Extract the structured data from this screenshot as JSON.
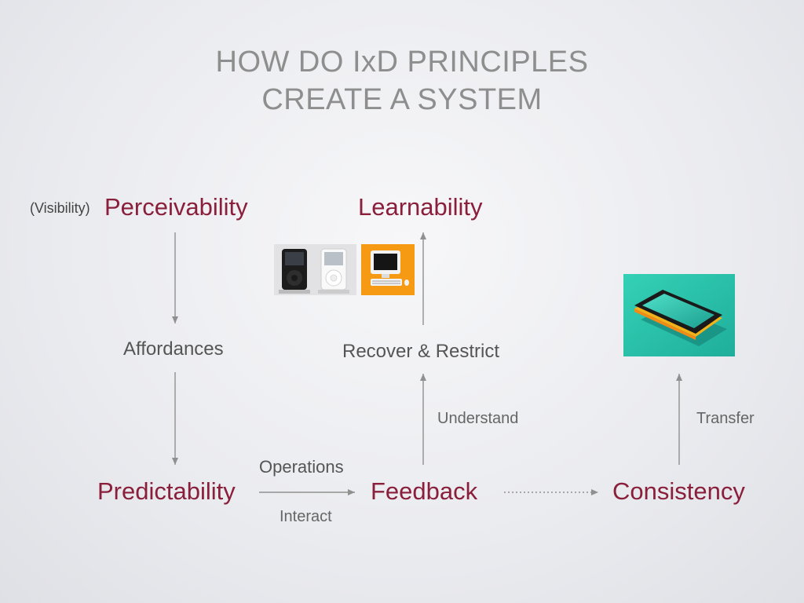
{
  "title": {
    "line1": "HOW DO IxD PRINCIPLES",
    "line2": "CREATE A SYSTEM"
  },
  "nodes": {
    "perceivability": "Perceivability",
    "visibility_note": "(Visibility)",
    "learnability": "Learnability",
    "affordances": "Affordances",
    "recover_restrict": "Recover & Restrict",
    "predictability": "Predictability",
    "feedback": "Feedback",
    "consistency": "Consistency"
  },
  "edge_labels": {
    "operations": "Operations",
    "interact": "Interact",
    "understand": "Understand",
    "transfer": "Transfer"
  },
  "colors": {
    "principle": "#8a1f3b",
    "arrow": "#909090",
    "orange_tile": "#f59a12",
    "phone_tile": "#2fc8b0"
  },
  "images": {
    "ipods": "ipod-devices-image",
    "computer": "desktop-computer-image",
    "phone": "smartphone-image"
  }
}
